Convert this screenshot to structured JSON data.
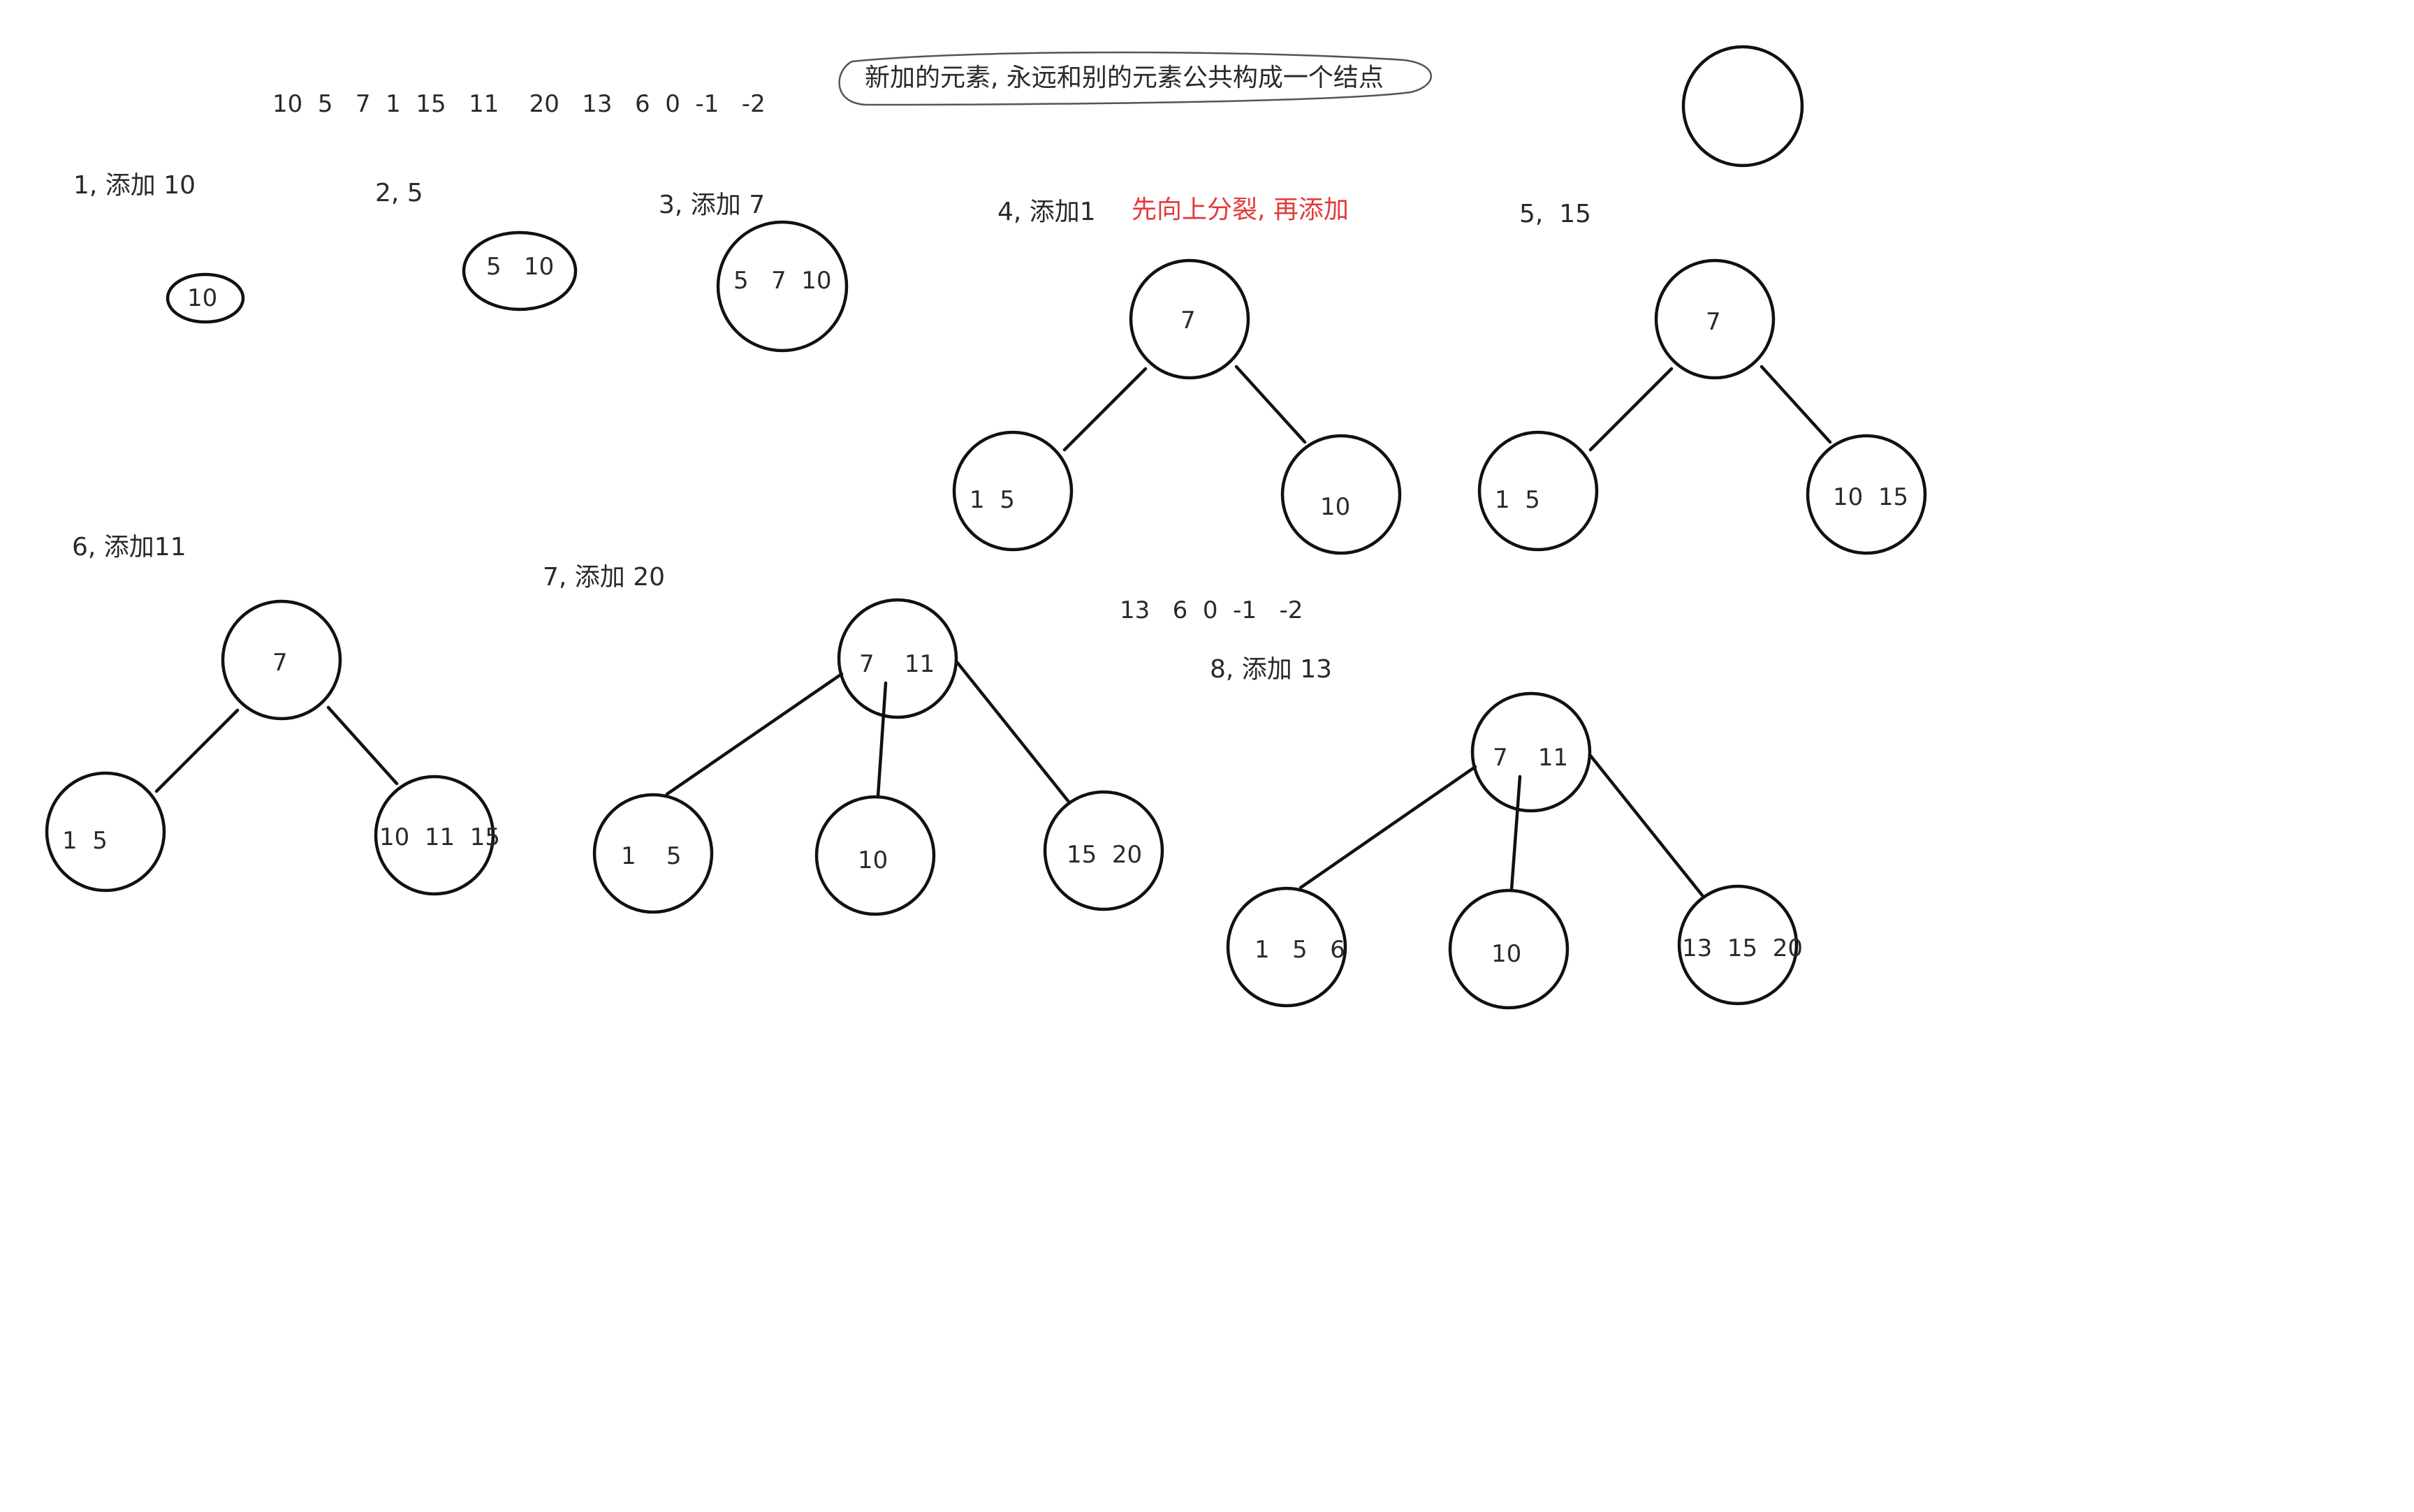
{
  "sequence_top": "10  5   7  1  15   11    20   13   6  0  -1   -2",
  "sequence_mid": "13   6  0  -1   -2",
  "cloud_note": "新加的元素, 永远和别的元素公共构成一个结点",
  "red_note": "先向上分裂, 再添加",
  "steps": [
    {
      "label": "1, 添加 10",
      "nodes": [
        "10"
      ]
    },
    {
      "label": "2, 5",
      "nodes": [
        "5   10"
      ]
    },
    {
      "label": "3, 添加 7",
      "nodes": [
        "5   7  10"
      ]
    },
    {
      "label": "4, 添加1",
      "nodes": [
        "7",
        "1  5",
        "10"
      ]
    },
    {
      "label": "5,  15",
      "nodes": [
        "7",
        "1  5",
        "10  15"
      ]
    },
    {
      "label": "6, 添加11",
      "nodes": [
        "7",
        "1  5",
        "10  11  15"
      ]
    },
    {
      "label": "7, 添加 20",
      "nodes": [
        "7    11",
        "1    5",
        "10",
        "15  20"
      ]
    },
    {
      "label": "8, 添加 13",
      "nodes": [
        "7    11",
        "1   5   6",
        "10",
        "13  15  20"
      ]
    }
  ]
}
